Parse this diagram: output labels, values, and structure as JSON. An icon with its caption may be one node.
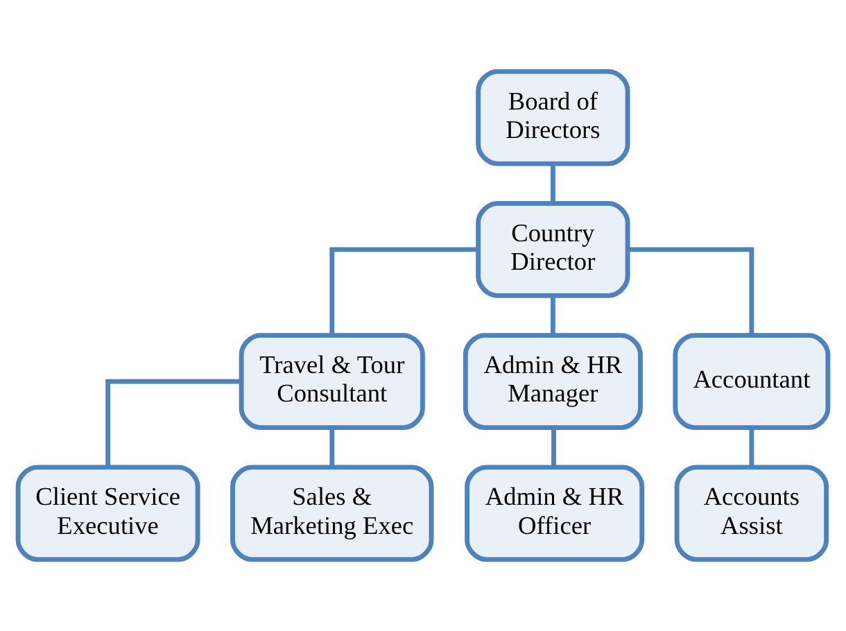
{
  "diagram": {
    "nodes": [
      {
        "text": [
          "Board of Directors"
        ]
      },
      {
        "text": [
          "Country Director"
        ]
      },
      {
        "text": [
          "Travel & Tour Consultant"
        ]
      },
      {
        "text": [
          "Admin & HR Manager"
        ]
      },
      {
        "text": [
          "Accountant"
        ]
      },
      {
        "text": [
          "Client Service Executive"
        ]
      },
      {
        "text": [
          "Sales & Marketing Exec"
        ]
      },
      {
        "text": [
          "Admin & HR Officer"
        ]
      },
      {
        "text": [
          "Accounts Assist"
        ]
      }
    ],
    "edges": [
      {
        "from": 0,
        "to": 1,
        "arrow": "none"
      },
      {
        "from": 1,
        "to": 2,
        "arrow": "none"
      },
      {
        "from": 1,
        "to": 3,
        "arrow": "none"
      },
      {
        "from": 1,
        "to": 4,
        "arrow": "none"
      },
      {
        "from": 2,
        "to": 5,
        "arrow": "none"
      },
      {
        "from": 2,
        "to": 6,
        "arrow": "none"
      },
      {
        "from": 3,
        "to": 7,
        "arrow": "none"
      },
      {
        "from": 4,
        "to": 8,
        "arrow": "none"
      }
    ]
  }
}
